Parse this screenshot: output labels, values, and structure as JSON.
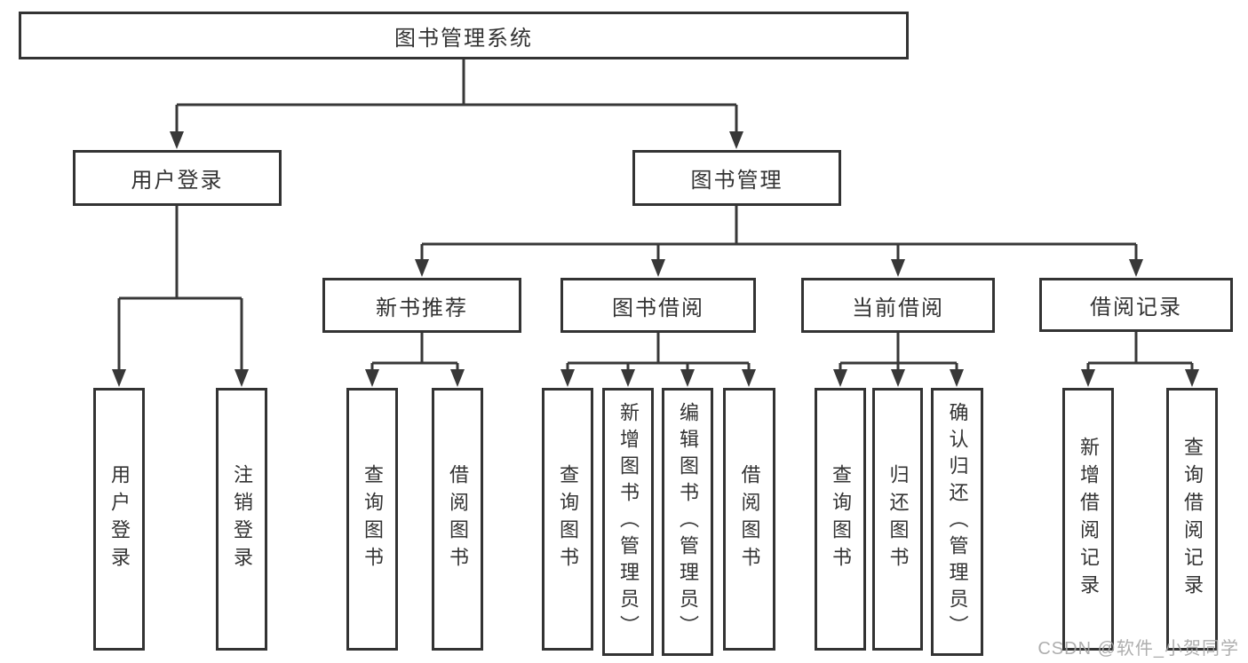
{
  "colors": {
    "line": "#383838",
    "border": "#333333",
    "text": "#333333",
    "box_background": "#ffffff",
    "watermark": "#a5a5a5"
  },
  "nodes": {
    "root": "图书管理系统",
    "level2": [
      "用户登录",
      "图书管理"
    ],
    "level3": [
      "新书推荐",
      "图书借阅",
      "当前借阅",
      "借阅记录"
    ],
    "leaves": {
      "user_login": [
        "用户登录",
        "注销登录"
      ],
      "new_books": [
        "查询图书",
        "借阅图书"
      ],
      "book_borrow": [
        "查询图书",
        "新增图书（管理员）",
        "编辑图书（管理员）",
        "借阅图书"
      ],
      "current_borrow": [
        "查询图书",
        "归还图书",
        "确认归还（管理员）"
      ],
      "borrow_records": [
        "新增借阅记录",
        "查询借阅记录"
      ]
    }
  },
  "watermark": "CSDN @软件_小贺同学"
}
